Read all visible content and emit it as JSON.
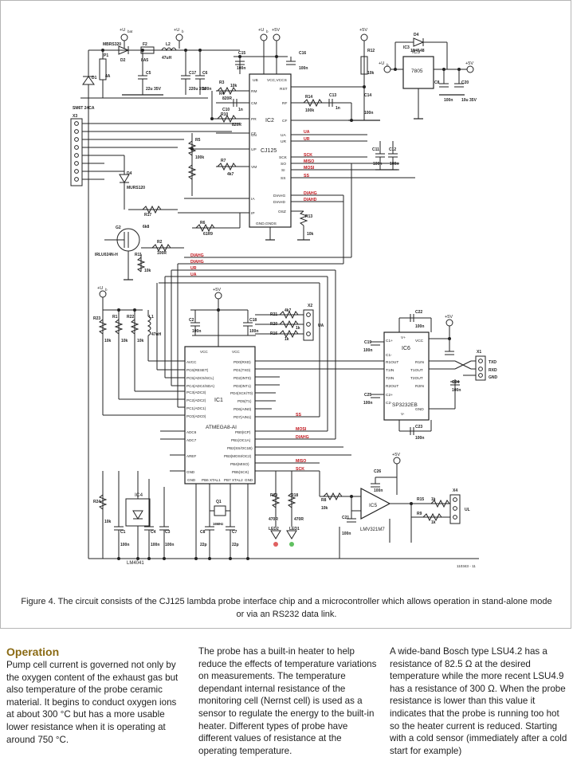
{
  "figure": {
    "rails": [
      "+U",
      "bat",
      "+U",
      "b",
      "+U",
      "b",
      "+5V",
      "+5V",
      "+U",
      "b",
      "+5V",
      "+U",
      "b",
      "+5V",
      "+5V",
      "+5V"
    ],
    "ic_labels": {
      "ic2_part": "CJ125",
      "ic2_ref": "IC2",
      "ic1_part": "ATMEGA8-AI",
      "ic1_ref": "IC1",
      "ic6_part": "SP3232EB",
      "ic6_ref": "IC6",
      "ic5_part": "LMV321M7",
      "ic5_ref": "IC5",
      "ic3_part": "7805",
      "ic3_ref": "IC3",
      "ic4_part": "LM4041",
      "ic4_ref": "IC4"
    },
    "ic2_pins_left": [
      "RM",
      "CM",
      "PR",
      "CF",
      "UN",
      "UP",
      "VM",
      "IA",
      "IP"
    ],
    "ic2_pins_right": [
      "UA",
      "UR",
      "SCK",
      "SO",
      "SI",
      "SS",
      "DIAHG",
      "DIAHD",
      "OSZ"
    ],
    "ic2_top": [
      "UB",
      "VCC,VCCS"
    ],
    "ic2_bottom": "GND,GNDS",
    "ic2_extra": [
      "RST",
      "RF",
      "CF"
    ],
    "ic1_pins_left": [
      "AVCC",
      "PC6(RESET)",
      "PC5(ADC5/SCL)",
      "PC4(ADC4/SDA)",
      "PC3(ADC3)",
      "PC2(ADC2)",
      "PC1(ADC1)",
      "PC0(ADC0)",
      "ADC6",
      "ADC7",
      "AREF",
      "GND"
    ],
    "ic1_pins_right": [
      "PD0(RXD)",
      "PD1(TXD)",
      "PD2(INT0)",
      "PD3(INT1)",
      "PD4(XCK/T0)",
      "PD5(T1)",
      "PD6(AIN0)",
      "PD7(AIN1)",
      "PB0(ICP)",
      "PB1(OC1A)",
      "PB2(SS/OC1B)",
      "PB3(MOSI/OC2)",
      "PB4(MISO)",
      "PB5(SCK)"
    ],
    "ic1_top": [
      "VCC",
      "VCC"
    ],
    "ic1_bottom": [
      "GND",
      "PB6 XTAL1",
      "PB7 XTAL2",
      "GND"
    ],
    "ic6_pins_left": [
      "C1+",
      "C1-",
      "R1OUT",
      "T1IN",
      "T2IN",
      "R2OUT",
      "C2+",
      "C2-"
    ],
    "ic6_pins_right": [
      "V+",
      "VCC",
      "R1IN",
      "T1OUT",
      "T2OUT",
      "R2IN",
      "GND",
      "V-"
    ],
    "signals": [
      "UA",
      "UR",
      "SCK",
      "MISO",
      "MOSI",
      "SS",
      "DIAHG",
      "DIAHD",
      "DIAHG",
      "DIAHG",
      "UR",
      "UA",
      "SS",
      "MOSI",
      "DIAHG",
      "MISO",
      "SCK"
    ],
    "parts": [
      "D1",
      "SM6T 24CA",
      "P1",
      "4A",
      "MBRS320",
      "D2",
      "F2",
      "8A5",
      "L2",
      "47uH",
      "C5",
      "22u 35V",
      "C17",
      "220u 35V",
      "C6",
      "100n",
      "C15",
      "100n",
      "C16",
      "100n",
      "R12",
      "10k",
      "D4",
      "1N4148",
      "IC3",
      "C8",
      "100n",
      "C20",
      "10u 35V",
      "R3",
      "10k",
      "R4",
      "820R",
      "C10",
      "1n",
      "R5",
      "100k",
      "R14",
      "100k",
      "C13",
      "1n",
      "C14",
      "100n",
      "R7",
      "4k7",
      "R10",
      "820R",
      "C11",
      "100n",
      "C12",
      "100n",
      "D4",
      "MURS120",
      "R6",
      "61R9",
      "R13",
      "10k",
      "R17",
      "6k8",
      "G2",
      "IRLU024N-H",
      "R2",
      "100R",
      "R11",
      "10k",
      "X3",
      "R23",
      "10k",
      "R1",
      "10k",
      "R22",
      "10k",
      "L1",
      "47uH",
      "C2",
      "100n",
      "C18",
      "100n",
      "R21",
      "4k7",
      "R20",
      "1k",
      "R16",
      "1k",
      "X2",
      "UA",
      "C22",
      "100n",
      "C19",
      "100n",
      "C25",
      "100n",
      "C24",
      "100n",
      "C23",
      "100n",
      "X1",
      "TXD",
      "RXD",
      "GND",
      "R24",
      "10k",
      "C1",
      "100n",
      "C4",
      "100n",
      "C3",
      "100n",
      "C8",
      "22p",
      "Q1",
      "16MHz",
      "C7",
      "22p",
      "R19",
      "470R",
      "R18",
      "470R",
      "LED2",
      "LED1",
      "R8",
      "10k",
      "C21",
      "100n",
      "C26",
      "100n",
      "R15",
      "1k",
      "R9",
      "1k",
      "X4",
      "UL",
      "110343 - 11"
    ]
  },
  "caption": "Figure 4. The circuit consists of the CJ125 lambda probe interface chip and a microcontroller which allows operation in stand-alone mode or via an RS232 data link.",
  "article": {
    "heading": "Operation",
    "col1": "Pump cell current is governed not only by the oxygen content of the exhaust gas but also temperature of the probe ceramic material. It begins to conduct oxygen ions at about 300 °C but has a more usable lower resistance when it is operating at around 750 °C.",
    "col2": "The probe has a built-in heater to help reduce the effects of temperature variations on measurements. The temperature dependant internal resistance of the monitoring cell (Nernst cell) is used as a sensor to regulate the energy to the built-in heater. Different types of probe have different values of resistance at the operating temperature.",
    "col3": "A wide-band Bosch type LSU4.2 has a resistance of 82.5 Ω at the desired temperature while the more recent LSU4.9 has a resistance of 300 Ω. When the probe resistance is lower than this value it indicates that the probe is running too hot so the heater current is reduced. Starting with a cold sensor (immediately after a cold start for example)"
  }
}
